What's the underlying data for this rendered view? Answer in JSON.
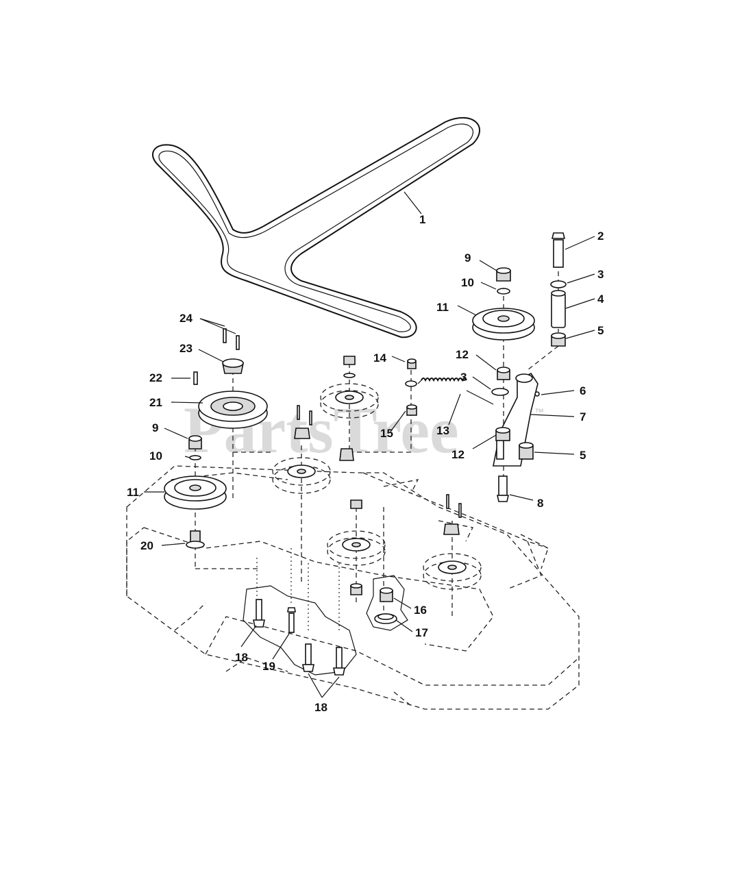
{
  "watermark": {
    "text": "PartsTree",
    "trademark": "™"
  },
  "callouts": [
    {
      "id": "c1",
      "number": "1"
    },
    {
      "id": "c2",
      "number": "2"
    },
    {
      "id": "c3a",
      "number": "3"
    },
    {
      "id": "c4",
      "number": "4"
    },
    {
      "id": "c5a",
      "number": "5"
    },
    {
      "id": "c9a",
      "number": "9"
    },
    {
      "id": "c10a",
      "number": "10"
    },
    {
      "id": "c11a",
      "number": "11"
    },
    {
      "id": "c12a",
      "number": "12"
    },
    {
      "id": "c3b",
      "number": "3"
    },
    {
      "id": "c6",
      "number": "6"
    },
    {
      "id": "c7",
      "number": "7"
    },
    {
      "id": "c12b",
      "number": "12"
    },
    {
      "id": "c5b",
      "number": "5"
    },
    {
      "id": "c8",
      "number": "8"
    },
    {
      "id": "c14",
      "number": "14"
    },
    {
      "id": "c13",
      "number": "13"
    },
    {
      "id": "c15",
      "number": "15"
    },
    {
      "id": "c24",
      "number": "24"
    },
    {
      "id": "c23",
      "number": "23"
    },
    {
      "id": "c22",
      "number": "22"
    },
    {
      "id": "c21",
      "number": "21"
    },
    {
      "id": "c9b",
      "number": "9"
    },
    {
      "id": "c10b",
      "number": "10"
    },
    {
      "id": "c11b",
      "number": "11"
    },
    {
      "id": "c20",
      "number": "20"
    },
    {
      "id": "c16",
      "number": "16"
    },
    {
      "id": "c17",
      "number": "17"
    },
    {
      "id": "c18a",
      "number": "18"
    },
    {
      "id": "c19",
      "number": "19"
    },
    {
      "id": "c18b",
      "number": "18"
    }
  ]
}
